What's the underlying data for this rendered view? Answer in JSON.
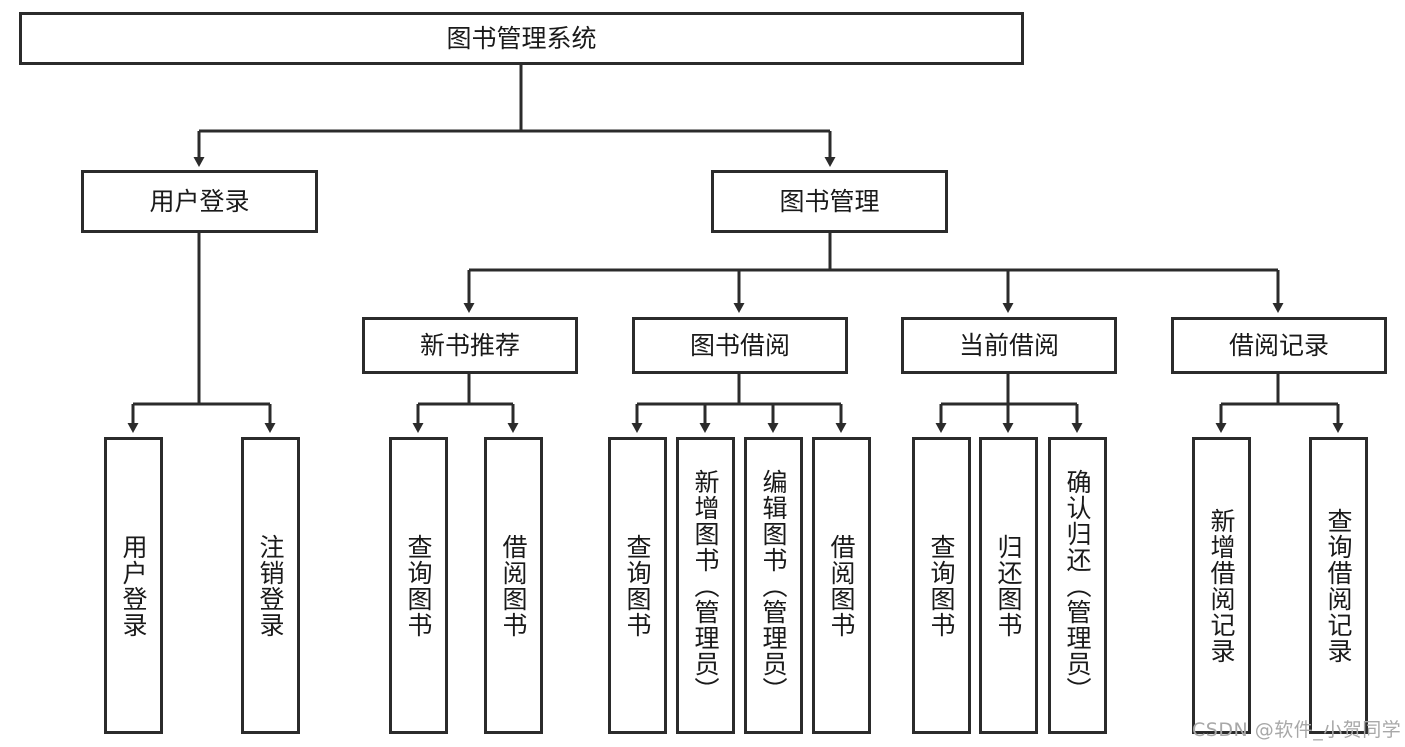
{
  "diagram": {
    "title": "图书管理系统",
    "type": "tree-hierarchy-diagram",
    "orientation": "top-down",
    "style": {
      "box_border_color": "#2b2b2b",
      "box_fill_color": "#ffffff",
      "edge_color": "#2b2b2b",
      "background_color": "#ffffff",
      "watermark_color": "#a8a8a8"
    }
  },
  "nodes": {
    "root": {
      "label": "图书管理系统"
    },
    "level1": [
      {
        "id": "user-login",
        "label": "用户登录"
      },
      {
        "id": "book-manage",
        "label": "图书管理"
      }
    ],
    "level2": [
      {
        "id": "new-book-recommend",
        "label": "新书推荐"
      },
      {
        "id": "book-borrow",
        "label": "图书借阅"
      },
      {
        "id": "current-borrow",
        "label": "当前借阅"
      },
      {
        "id": "borrow-record",
        "label": "借阅记录"
      }
    ],
    "leaves": {
      "user-login": [
        {
          "id": "leaf-user-login",
          "label": "用户登录"
        },
        {
          "id": "leaf-user-logout",
          "label": "注销登录"
        }
      ],
      "new-book-recommend": [
        {
          "id": "leaf-query-book-1",
          "label": "查询图书"
        },
        {
          "id": "leaf-borrow-book-1",
          "label": "借阅图书"
        }
      ],
      "book-borrow": [
        {
          "id": "leaf-query-book-2",
          "label": "查询图书"
        },
        {
          "id": "leaf-add-book",
          "label": "新增图书（管理员）"
        },
        {
          "id": "leaf-edit-book",
          "label": "编辑图书（管理员）"
        },
        {
          "id": "leaf-borrow-book-2",
          "label": "借阅图书"
        }
      ],
      "current-borrow": [
        {
          "id": "leaf-query-book-3",
          "label": "查询图书"
        },
        {
          "id": "leaf-return-book",
          "label": "归还图书"
        },
        {
          "id": "leaf-confirm-return",
          "label": "确认归还（管理员）"
        }
      ],
      "borrow-record": [
        {
          "id": "leaf-add-record",
          "label": "新增借阅记录"
        },
        {
          "id": "leaf-query-record",
          "label": "查询借阅记录"
        }
      ]
    }
  },
  "watermark": {
    "text": "CSDN @软件_小贺同学"
  }
}
